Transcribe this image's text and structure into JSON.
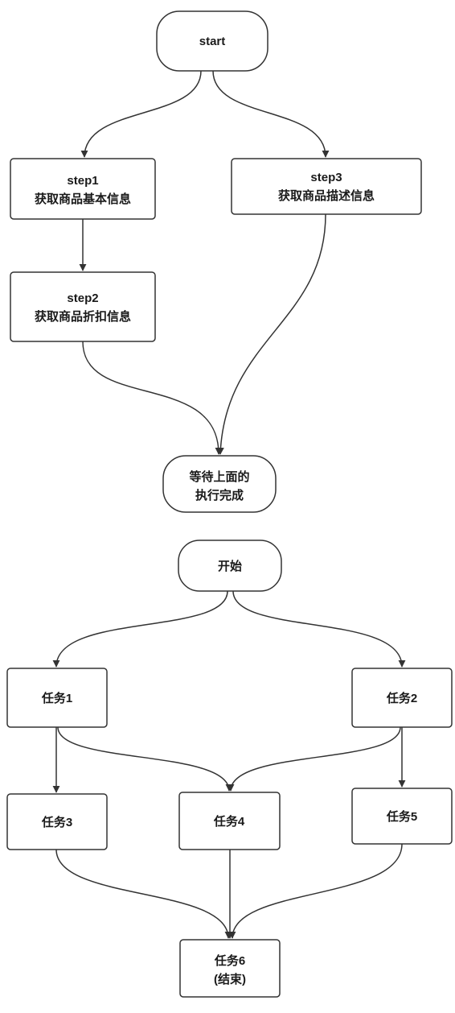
{
  "diagram1": {
    "start": {
      "label": "start"
    },
    "step1": {
      "line1": "step1",
      "line2": "获取商品基本信息"
    },
    "step2": {
      "line1": "step2",
      "line2": "获取商品折扣信息"
    },
    "step3": {
      "line1": "step3",
      "line2": "获取商品描述信息"
    },
    "wait": {
      "line1": "等待上面的",
      "line2": "执行完成"
    }
  },
  "diagram2": {
    "begin": {
      "label": "开始"
    },
    "task1": {
      "label": "任务1"
    },
    "task2": {
      "label": "任务2"
    },
    "task3": {
      "label": "任务3"
    },
    "task4": {
      "label": "任务4"
    },
    "task5": {
      "label": "任务5"
    },
    "task6": {
      "line1": "任务6",
      "line2": "(结束)"
    }
  },
  "colors": {
    "stroke": "#333333",
    "fill": "#ffffff",
    "text": "#1a1a1a"
  }
}
